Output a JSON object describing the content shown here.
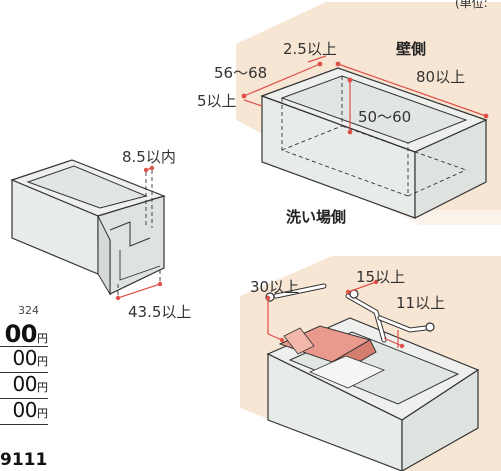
{
  "unit_note": "(単位:",
  "left_fragment": {
    "page_number": "324",
    "prices": [
      {
        "number": "00",
        "unit": "円",
        "emphasis": true
      },
      {
        "number": "00",
        "unit": "円",
        "emphasis": false
      },
      {
        "number": "00",
        "unit": "円",
        "emphasis": false
      },
      {
        "number": "00",
        "unit": "円",
        "emphasis": false
      }
    ],
    "code": "9111"
  },
  "small_tub": {
    "dims": [
      "8.5以内",
      "43.5以上"
    ]
  },
  "large_tub": {
    "side_wall": "壁側",
    "side_wash": "洗い場側",
    "dims": [
      "2.5以上",
      "56〜68",
      "80以上",
      "5以上",
      "50〜60"
    ]
  },
  "rail_tub": {
    "dims": [
      "30以上",
      "15以上",
      "11以上"
    ]
  },
  "colors": {
    "dimension_red": "#e0504a",
    "wall": "#f7e6d3",
    "tub": "#eef0ee",
    "cushion": "#ea9a8c"
  }
}
